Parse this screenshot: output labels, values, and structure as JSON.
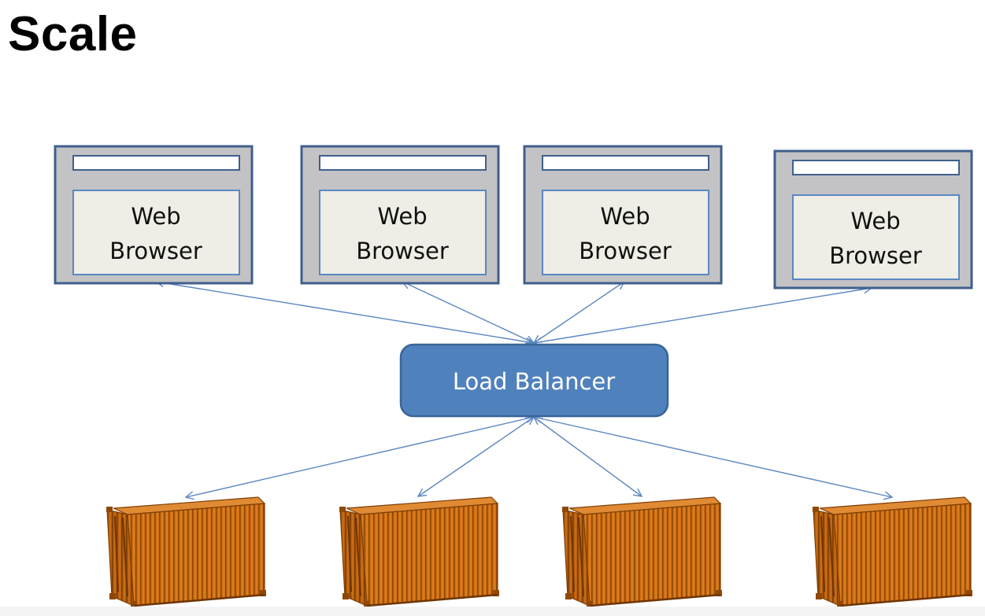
{
  "slide": {
    "title": "Scale"
  },
  "browsers": [
    {
      "line1": "Web",
      "line2": "Browser"
    },
    {
      "line1": "Web",
      "line2": "Browser"
    },
    {
      "line1": "Web",
      "line2": "Browser"
    },
    {
      "line1": "Web",
      "line2": "Browser"
    }
  ],
  "load_balancer": {
    "label": "Load Balancer"
  },
  "colors": {
    "browser_frame_fill": "#c3c3c5",
    "browser_frame_stroke": "#3f5f8c",
    "browser_content_fill": "#eeede6",
    "browser_inner_stroke": "#5b87c2",
    "load_balancer_fill": "#4f81bd",
    "load_balancer_stroke": "#3a6597",
    "connector": "#5b87c2",
    "container_front": "#cf6f12",
    "container_side": "#b95e0b"
  }
}
